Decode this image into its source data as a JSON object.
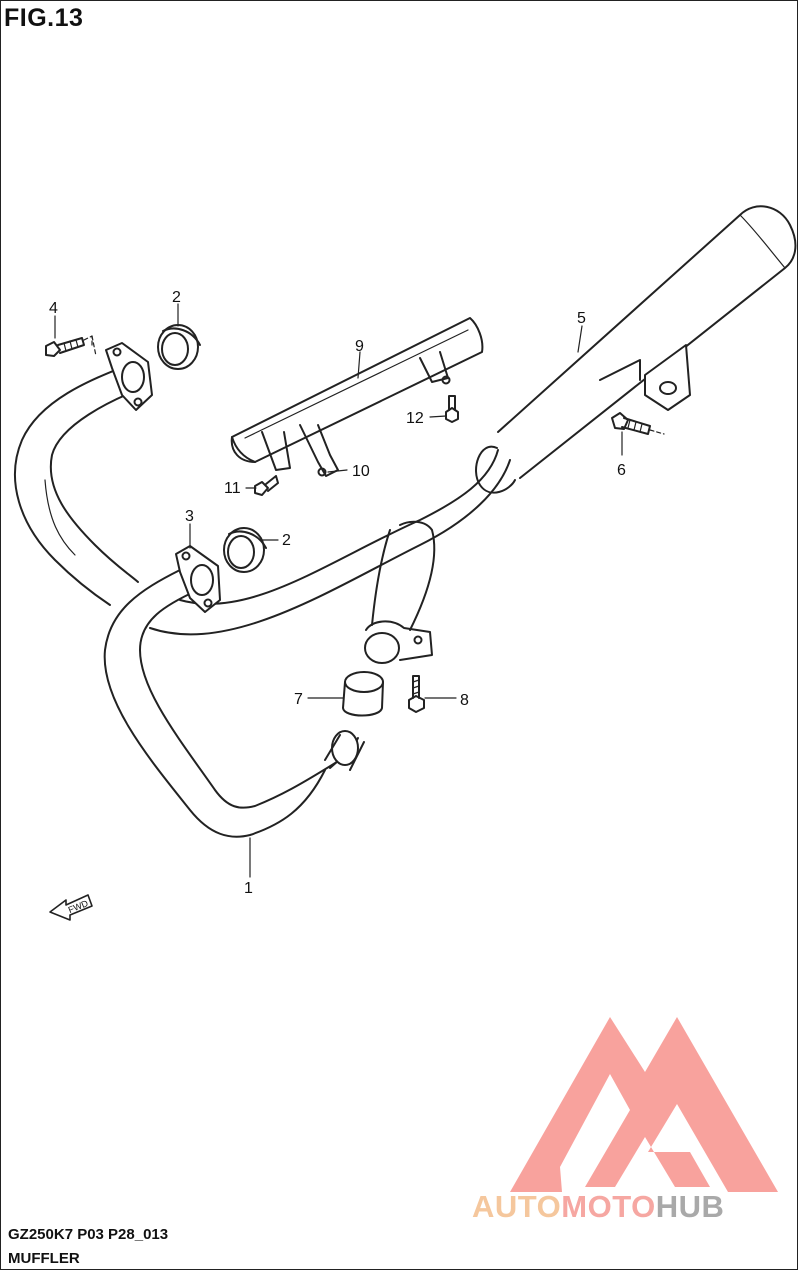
{
  "figure": {
    "title": "FIG.13",
    "reference_code": "GZ250K7 P03 P28_013",
    "section_name": "MUFFLER",
    "direction_label": "FWD"
  },
  "callouts": [
    "1",
    "2",
    "2",
    "3",
    "4",
    "5",
    "6",
    "7",
    "8",
    "9",
    "10",
    "11",
    "12"
  ],
  "watermark": {
    "part1": "AUTO",
    "part2": "MOTO",
    "part3": "HUB",
    "colors": {
      "auto": "#f5c79d",
      "moto": "#f6a7a2",
      "hub": "#a9a9a9",
      "mark": "#f7928c"
    }
  }
}
